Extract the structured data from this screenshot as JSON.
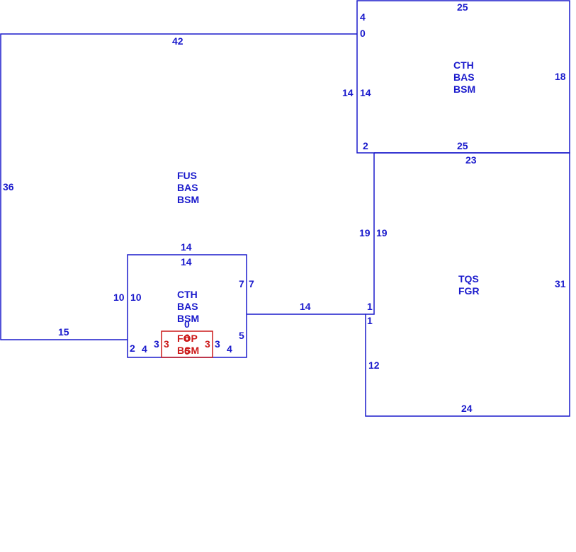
{
  "colors": {
    "outline": "#1a1acc",
    "highlight": "#cc1a1a",
    "background": "#ffffff"
  },
  "areas": {
    "upper_right": [
      "CTH",
      "BAS",
      "BSM"
    ],
    "main": [
      "FUS",
      "BAS",
      "BSM"
    ],
    "inner": [
      "CTH",
      "BAS",
      "BSM"
    ],
    "lower_right": [
      "TQS",
      "FGR"
    ],
    "small": [
      "FOP",
      "BSM"
    ]
  },
  "dimensions": {
    "ur_top": "25",
    "ur_left_top": "4",
    "ur_left_zero": "0",
    "ur_right": "18",
    "ur_left_a": "14",
    "ur_left_b": "14",
    "ur_bottom_left": "2",
    "ur_bottom": "25",
    "main_top": "42",
    "main_left": "36",
    "main_bottom": "15",
    "lr_top": "23",
    "lr_left_a": "19",
    "lr_left_b": "19",
    "lr_right": "31",
    "lr_step_a": "1",
    "lr_step_b": "1",
    "lr_left_lower": "12",
    "lr_bottom": "24",
    "inner_top_a": "14",
    "inner_top_b": "14",
    "inner_left_a": "10",
    "inner_left_b": "10",
    "inner_right_a": "7",
    "inner_right_b": "7",
    "connector": "14",
    "inner_right_lower": "5",
    "inner_zero": "0",
    "inner_bottom_left_a": "2",
    "inner_bottom_left_b": "4",
    "inner_bottom_left_c": "3",
    "inner_bottom_right_c": "3",
    "inner_bottom_right_b": "4",
    "small_left": "3",
    "small_top": "6",
    "small_right": "3",
    "small_bottom": "6"
  }
}
